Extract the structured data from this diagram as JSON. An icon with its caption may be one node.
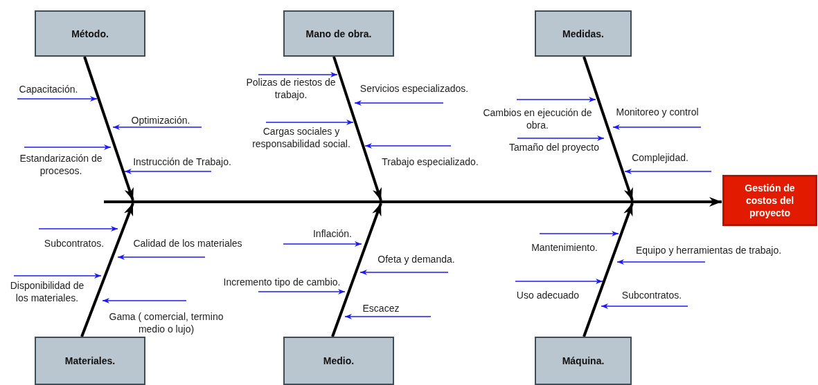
{
  "diagram": {
    "nodes": [
      {
        "text": [
          "Método."
        ]
      },
      {
        "text": [
          "Mano de obra."
        ]
      },
      {
        "text": [
          "Medidas."
        ]
      },
      {
        "text": [
          "Gestión de costos del proyecto"
        ]
      },
      {
        "text": [
          "Materiales."
        ]
      },
      {
        "text": [
          "Medio."
        ]
      },
      {
        "text": [
          "Máquina."
        ]
      }
    ],
    "edges": [
      {
        "from": null,
        "to": 3,
        "arrow": "to"
      },
      {
        "from": 0,
        "to": null,
        "arrow": "to"
      },
      {
        "from": 1,
        "to": null,
        "arrow": "to"
      },
      {
        "from": 2,
        "to": null,
        "arrow": "to"
      },
      {
        "from": 4,
        "to": null,
        "arrow": "to"
      },
      {
        "from": 5,
        "to": null,
        "arrow": "to"
      },
      {
        "from": 6,
        "to": null,
        "arrow": "to"
      }
    ],
    "labels": [
      "Capacitación.",
      "Optimización.",
      "Estandarización de procesos.",
      "Instrucción de Trabajo.",
      "Polizas de riestos de trabajo.",
      "Servicios  especializados.",
      "Cargas sociales y responsabilidad social.",
      "Trabajo especializado.",
      "Cambios en ejecución de obra.",
      "Monitoreo y control",
      "Tamaño del proyecto",
      "Complejidad.",
      "Subcontratos.",
      "Calidad de los materiales",
      "Disponibilidad de los materiales.",
      "Gama ( comercial, termino medio o lujo)",
      "Inflación.",
      "Ofeta y demanda.",
      "Incremento tipo de cambio.",
      "Escacez",
      "Mantenimiento.",
      "Equipo y herramientas de trabajo.",
      "Uso adecuado",
      "Subcontratos."
    ]
  }
}
